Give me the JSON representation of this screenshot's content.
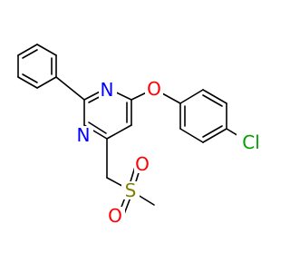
{
  "molecule": {
    "atoms": {
      "n_top": {
        "label": "N",
        "color": "#0000ff"
      },
      "n_bottom": {
        "label": "N",
        "color": "#0000ff"
      },
      "o_ether": {
        "label": "O",
        "color": "#ff0000"
      },
      "cl": {
        "label": "Cl",
        "color": "#00a000"
      },
      "s": {
        "label": "S",
        "color": "#808000"
      },
      "o_sulfonyl_top": {
        "label": "O",
        "color": "#ff0000"
      },
      "o_sulfonyl_bottom": {
        "label": "O",
        "color": "#ff0000"
      }
    }
  }
}
